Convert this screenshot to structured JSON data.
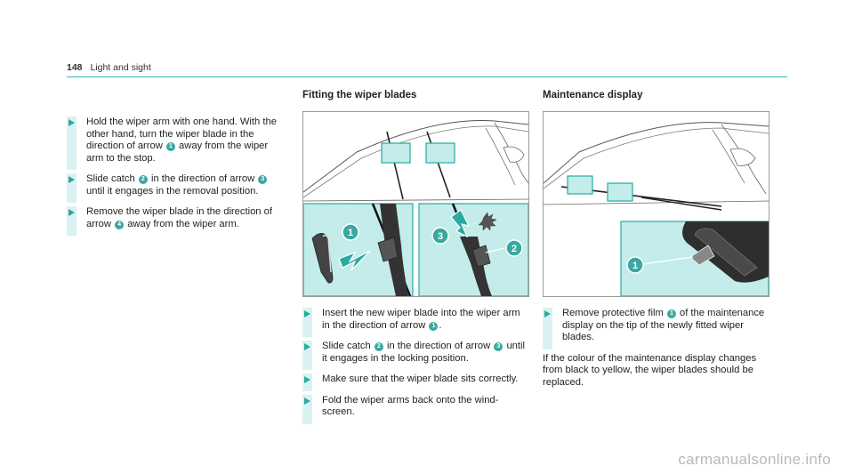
{
  "header": {
    "page_number": "148",
    "section": "Light and sight"
  },
  "col1": {
    "steps": [
      {
        "parts": [
          "Hold the wiper arm with one hand. With the other hand, turn the wiper blade in the direction of arrow ",
          "1",
          " away from the wiper arm to the stop."
        ]
      },
      {
        "parts": [
          "Slide catch ",
          "2",
          " in the direction of arrow ",
          "3",
          " until it engages in the removal position."
        ]
      },
      {
        "parts": [
          "Remove the wiper blade in the direction of arrow ",
          "4",
          " away from the wiper arm."
        ]
      }
    ]
  },
  "col2": {
    "heading": "Fitting the wiper blades",
    "figure_labels": [
      "1",
      "3",
      "2"
    ],
    "steps": [
      {
        "parts": [
          "Insert the new wiper blade into the wiper arm in the direction of arrow ",
          "1",
          "."
        ]
      },
      {
        "parts": [
          "Slide catch ",
          "2",
          " in the direction of arrow ",
          "3",
          " until it engages in the locking position."
        ]
      },
      {
        "parts": [
          "Make sure that the wiper blade sits correctly."
        ]
      },
      {
        "parts": [
          "Fold the wiper arms back onto the wind-screen."
        ]
      }
    ]
  },
  "col3": {
    "heading": "Maintenance display",
    "figure_labels": [
      "1"
    ],
    "steps": [
      {
        "parts": [
          "Remove protective film ",
          "1",
          " of the maintenance display on the tip of the newly fitted wiper blades."
        ]
      }
    ],
    "paragraph": "If the colour of the maintenance display changes from black to yellow, the wiper blades should be replaced."
  },
  "watermark": "carmanualsonline.info",
  "colors": {
    "accent": "#2fb7b1",
    "figure_panel": "#c3ecea",
    "badge": "#3aa8a2"
  }
}
